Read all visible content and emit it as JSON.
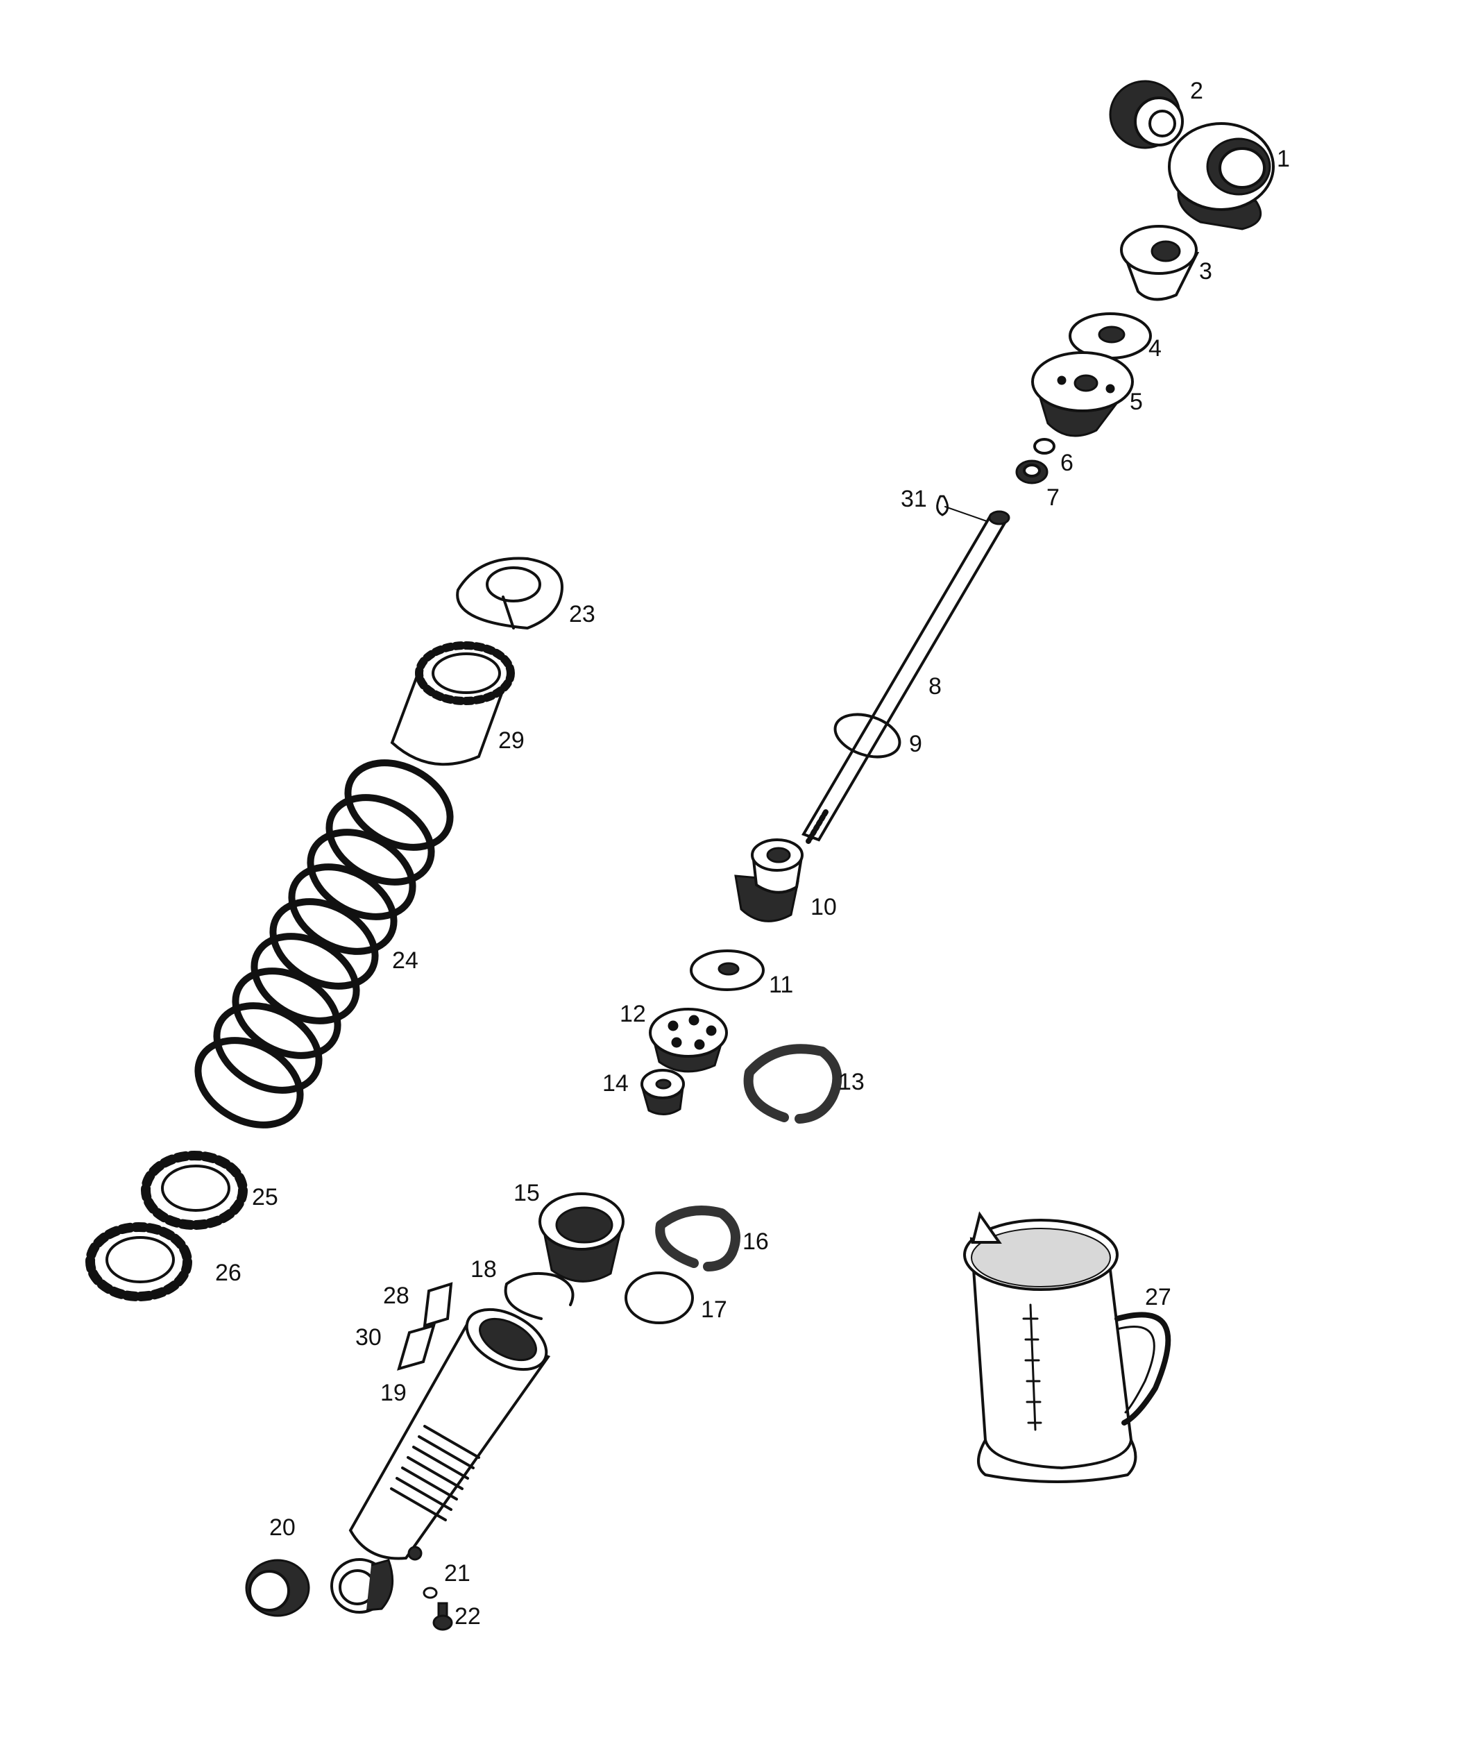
{
  "callouts": [
    "1",
    "2",
    "3",
    "4",
    "5",
    "6",
    "7",
    "8",
    "9",
    "10",
    "11",
    "12",
    "13",
    "14",
    "15",
    "16",
    "17",
    "18",
    "19",
    "20",
    "21",
    "22",
    "23",
    "24",
    "25",
    "26",
    "27",
    "28",
    "29",
    "30",
    "31"
  ],
  "parts": [
    {
      "id": "1",
      "name": "top-eye-mount"
    },
    {
      "id": "2",
      "name": "top-bushing"
    },
    {
      "id": "3",
      "name": "bump-stop"
    },
    {
      "id": "4",
      "name": "washer"
    },
    {
      "id": "5",
      "name": "seal-head-cap"
    },
    {
      "id": "6",
      "name": "o-ring-small"
    },
    {
      "id": "7",
      "name": "seal"
    },
    {
      "id": "8",
      "name": "piston-rod"
    },
    {
      "id": "9",
      "name": "rod-o-ring"
    },
    {
      "id": "10",
      "name": "seal-head"
    },
    {
      "id": "11",
      "name": "shim-washer"
    },
    {
      "id": "12",
      "name": "piston"
    },
    {
      "id": "13",
      "name": "piston-ring"
    },
    {
      "id": "14",
      "name": "piston-nut"
    },
    {
      "id": "15",
      "name": "bottom-seal-head"
    },
    {
      "id": "16",
      "name": "guide-band"
    },
    {
      "id": "17",
      "name": "o-ring-large"
    },
    {
      "id": "18",
      "name": "circlip"
    },
    {
      "id": "19",
      "name": "shock-body"
    },
    {
      "id": "20",
      "name": "bottom-bushing"
    },
    {
      "id": "21",
      "name": "small-o-ring"
    },
    {
      "id": "22",
      "name": "bleed-screw"
    },
    {
      "id": "23",
      "name": "spring-retainer"
    },
    {
      "id": "24",
      "name": "coil-spring"
    },
    {
      "id": "25",
      "name": "preload-ring"
    },
    {
      "id": "26",
      "name": "lock-ring"
    },
    {
      "id": "27",
      "name": "oil-jug"
    },
    {
      "id": "28",
      "name": "label-sticker-a"
    },
    {
      "id": "29",
      "name": "spring-collar"
    },
    {
      "id": "30",
      "name": "label-sticker-b"
    },
    {
      "id": "31",
      "name": "oil-drop"
    }
  ]
}
